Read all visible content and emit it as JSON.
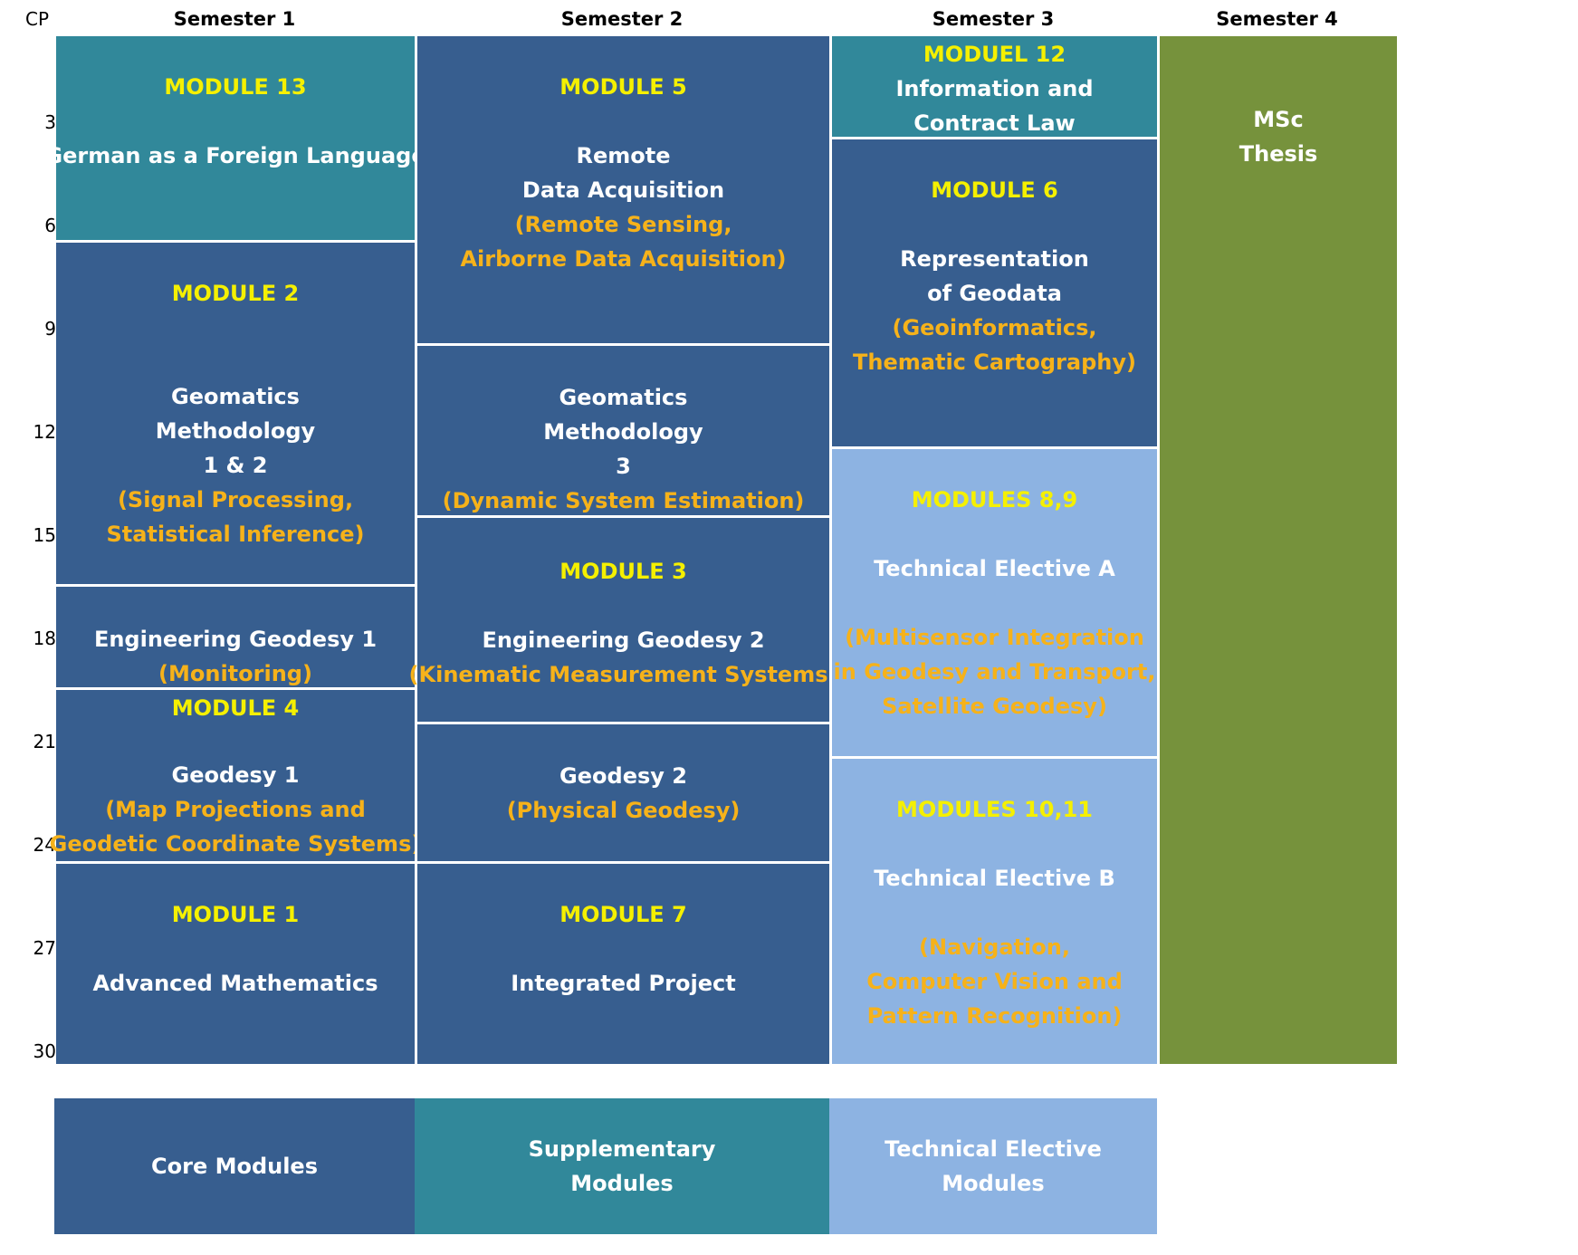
{
  "axis": {
    "label": "CP",
    "ticks": [
      "3",
      "6",
      "9",
      "12",
      "15",
      "18",
      "21",
      "24",
      "27",
      "30"
    ]
  },
  "semesters": [
    "Semester 1",
    "Semester 2",
    "Semester 3",
    "Semester 4"
  ],
  "colors": {
    "core": "#375e8f",
    "supplementary": "#31889a",
    "technical_elective": "#8db3e2",
    "thesis": "#76923c",
    "module_label": "#f5f000",
    "subtitle": "#f6b21a"
  },
  "semester1": {
    "m13": {
      "module": "MODULE 13",
      "title": "German as a Foreign Language"
    },
    "m2": {
      "module": "MODULE 2",
      "title_1": "Geomatics",
      "title_2": "Methodology",
      "title_3": "1 & 2",
      "sub_1": "(Signal Processing,",
      "sub_2": "Statistical Inference)"
    },
    "eg1": {
      "title": "Engineering Geodesy 1",
      "sub": "(Monitoring)"
    },
    "m4": {
      "module": "MODULE 4",
      "title": "Geodesy 1",
      "sub_1": "(Map Projections and",
      "sub_2": "Geodetic Coordinate Systems)"
    },
    "m1": {
      "module": "MODULE 1",
      "title": "Advanced Mathematics"
    }
  },
  "semester2": {
    "m5": {
      "module": "MODULE 5",
      "title_1": "Remote",
      "title_2": "Data Acquisition",
      "sub_1": "(Remote Sensing,",
      "sub_2": "Airborne Data Acquisition)"
    },
    "gm3": {
      "title_1": "Geomatics",
      "title_2": "Methodology",
      "title_3": "3",
      "sub": "(Dynamic System Estimation)"
    },
    "m3": {
      "module": "MODULE 3",
      "title": "Engineering Geodesy 2",
      "sub": "(Kinematic Measurement Systems)"
    },
    "g2": {
      "title": "Geodesy 2",
      "sub": "(Physical Geodesy)"
    },
    "m7": {
      "module": "MODULE 7",
      "title": "Integrated Project"
    }
  },
  "semester3": {
    "m12": {
      "module": "MODUEL 12",
      "title_1": "Information and",
      "title_2": "Contract Law"
    },
    "m6": {
      "module": "MODULE 6",
      "title_1": "Representation",
      "title_2": "of Geodata",
      "sub_1": "(Geoinformatics,",
      "sub_2": "Thematic Cartography)"
    },
    "m89": {
      "module": "MODULES 8,9",
      "title": "Technical Elective A",
      "sub_1": "(Multisensor Integration",
      "sub_2": "in Geodesy and Transport,",
      "sub_3": "Satellite Geodesy)"
    },
    "m1011": {
      "module": "MODULES 10,11",
      "title": "Technical Elective B",
      "sub_1": "(Navigation,",
      "sub_2": "Computer Vision and",
      "sub_3": "Pattern Recognition)"
    }
  },
  "semester4": {
    "thesis": {
      "title_1": "MSc",
      "title_2": "Thesis"
    }
  },
  "legend": {
    "core": "Core Modules",
    "supp_1": "Supplementary",
    "supp_2": "Modules",
    "tech_1": "Technical Elective",
    "tech_2": "Modules"
  }
}
